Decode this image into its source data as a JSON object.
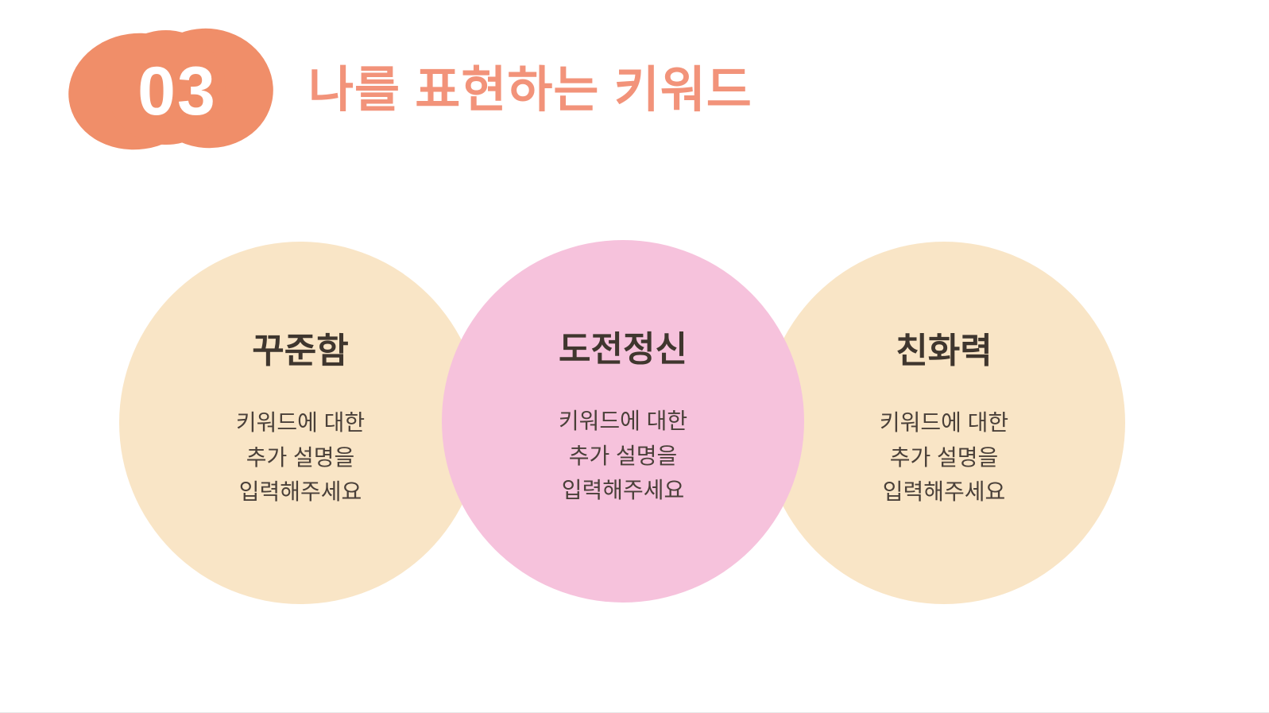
{
  "slide": {
    "background_color": "#FFFFFF",
    "header": {
      "badge_number": "03",
      "badge_color": "#F08E69",
      "title": "나를 표현하는 키워드",
      "title_color": "#F2937A"
    },
    "keywords": [
      {
        "title": "꾸준함",
        "desc_line1": "키워드에 대한",
        "desc_line2": "추가 설명을",
        "desc_line3": "입력해주세요",
        "fill_color": "#F9E5C6"
      },
      {
        "title": "도전정신",
        "desc_line1": "키워드에 대한",
        "desc_line2": "추가 설명을",
        "desc_line3": "입력해주세요",
        "fill_color": "#F6C2DC"
      },
      {
        "title": "친화력",
        "desc_line1": "키워드에 대한",
        "desc_line2": "추가 설명을",
        "desc_line3": "입력해주세요",
        "fill_color": "#F9E5C6"
      }
    ],
    "text_color": "#3F362E"
  }
}
